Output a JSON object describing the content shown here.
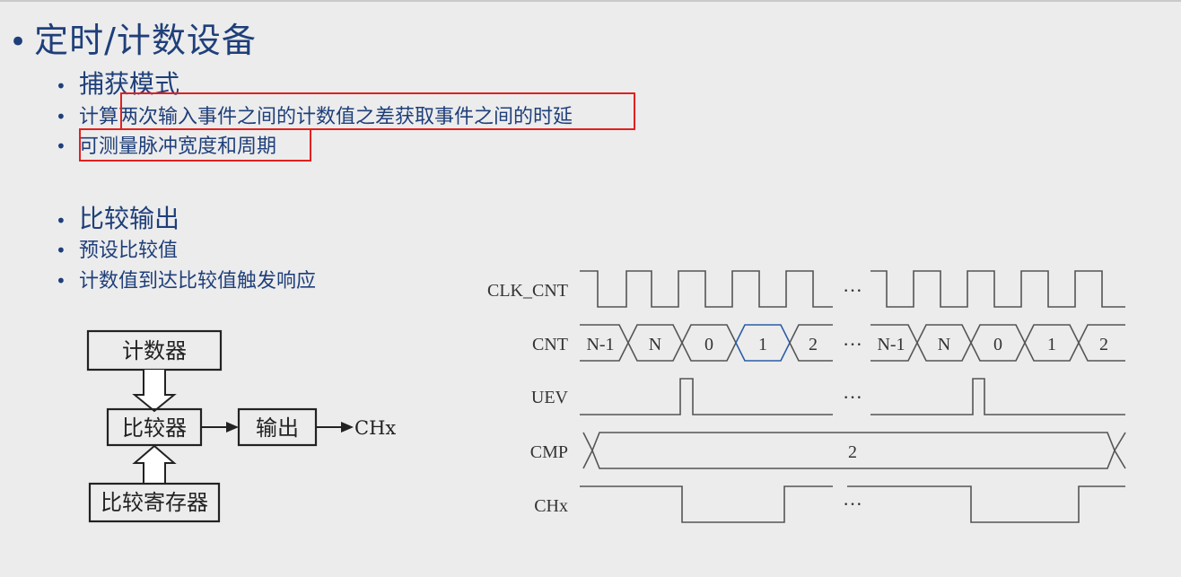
{
  "title": "定时/计数设备",
  "sections": [
    {
      "heading": "捕获模式",
      "bullets": [
        "计算两次输入事件之间的计数值之差获取事件之间的时延",
        "可测量脉冲宽度和周期"
      ]
    },
    {
      "heading": "比较输出",
      "bullets": [
        "预设比较值",
        "计数值到达比较值触发响应"
      ]
    }
  ],
  "highlight_color": "#e0211f",
  "block_diagram": {
    "counter": "计数器",
    "comparator": "比较器",
    "output": "输出",
    "compare_register": "比较寄存器",
    "channel": "CHx"
  },
  "timing": {
    "signals": [
      "CLK_CNT",
      "CNT",
      "UEV",
      "CMP",
      "CHx"
    ],
    "cnt_values_left": [
      "N-1",
      "N",
      "0",
      "1",
      "2"
    ],
    "cnt_values_right": [
      "N-1",
      "N",
      "0",
      "1",
      "2"
    ],
    "cmp_value": "2",
    "ellipsis": "···"
  }
}
